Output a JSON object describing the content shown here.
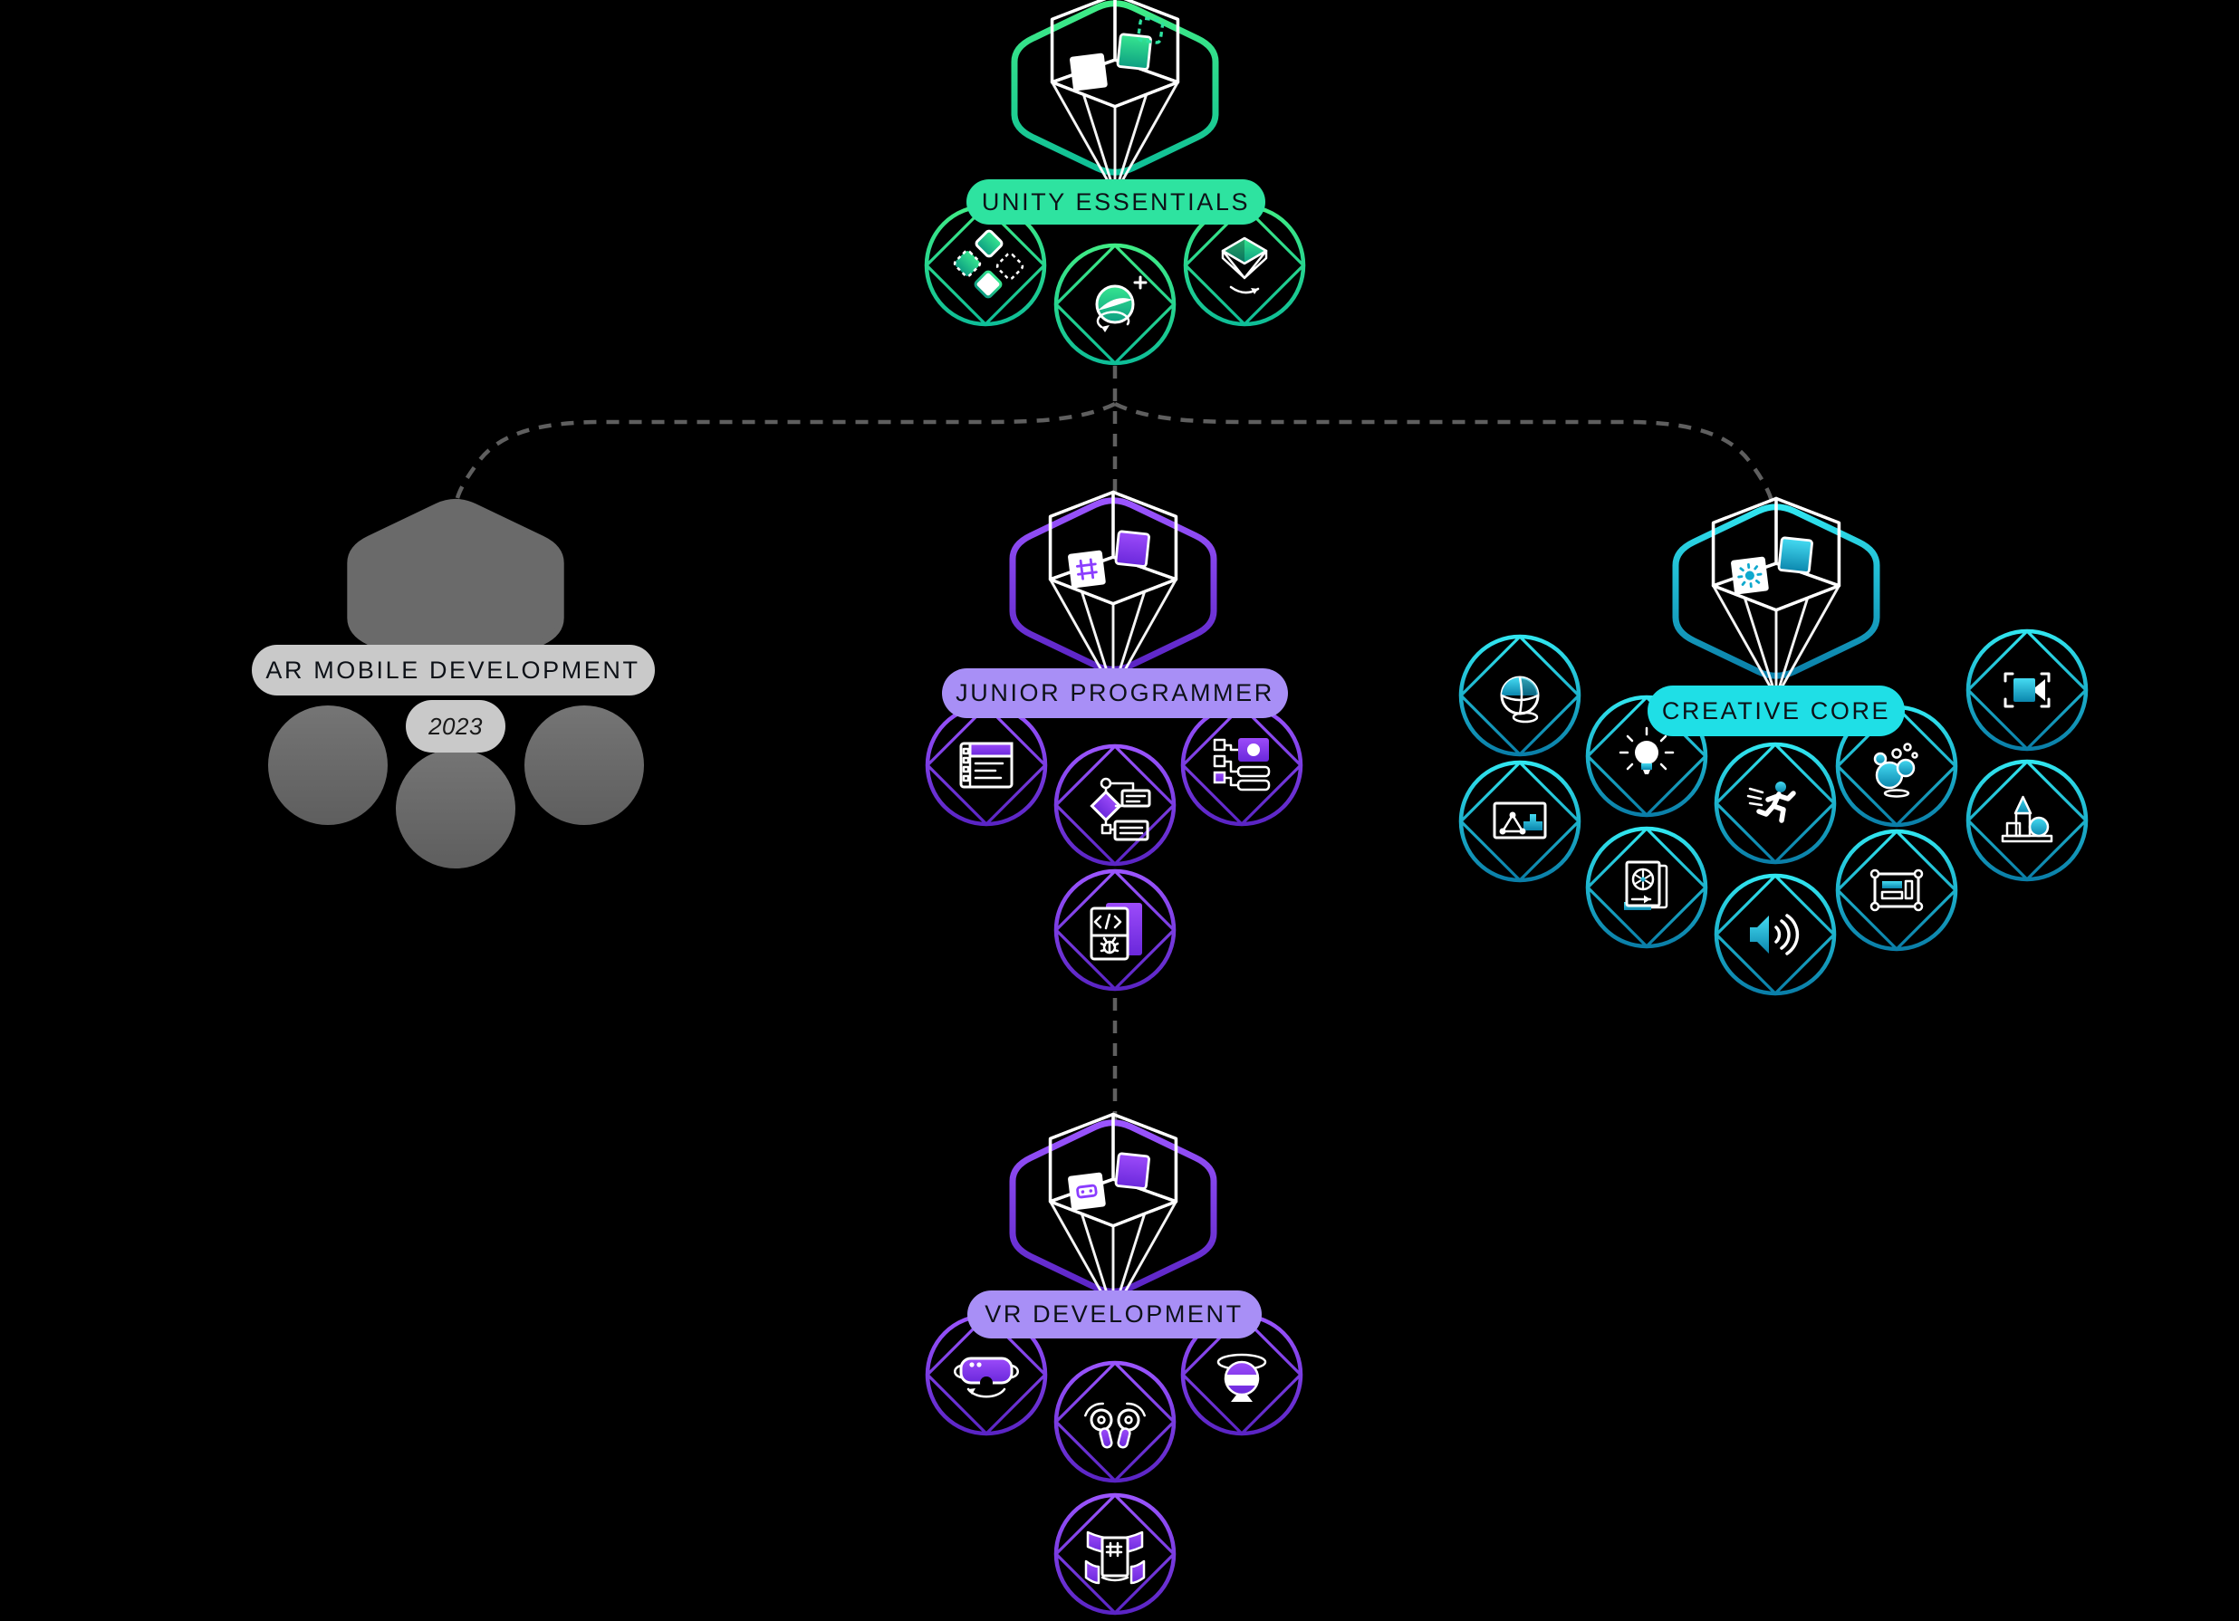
{
  "background": "#000000",
  "connector_color": "#5F5F5F",
  "nodes": {
    "unity_essentials": {
      "label": "UNITY ESSENTIALS",
      "pill_color": "#2EE3A0",
      "accent": "#14B893",
      "badges": [
        "tile-palette-icon",
        "add-sphere-icon",
        "rotate-cube-icon"
      ]
    },
    "ar_mobile_development": {
      "label": "AR MOBILE DEVELOPMENT",
      "year_tag": "2023",
      "pill_color": "#C9C9C9",
      "accent": "#6A6A6A",
      "badges": [
        "locked-badge",
        "locked-badge",
        "locked-badge"
      ]
    },
    "junior_programmer": {
      "label": "JUNIOR PROGRAMMER",
      "pill_color": "#A88FF6",
      "accent": "#8B3DFF",
      "badges": [
        "script-window-icon",
        "flowchart-icon",
        "hierarchy-icon",
        "debug-code-icon"
      ]
    },
    "creative_core": {
      "label": "CREATIVE CORE",
      "pill_color": "#1FDFE6",
      "accent": "#0FA9CE",
      "badges": [
        "shader-sphere-icon",
        "storyboard-icon",
        "light-bulb-icon",
        "photo-aperture-icon",
        "animation-runner-icon",
        "audio-speaker-icon",
        "particles-icon",
        "ui-canvas-icon",
        "camera-view-icon",
        "primitives-icon"
      ]
    },
    "vr_development": {
      "label": "VR DEVELOPMENT",
      "pill_color": "#A88FF6",
      "accent": "#8B3DFF",
      "badges": [
        "vr-headset-icon",
        "vr-controllers-icon",
        "skybox-sphere-icon",
        "panorama-script-icon"
      ]
    }
  }
}
